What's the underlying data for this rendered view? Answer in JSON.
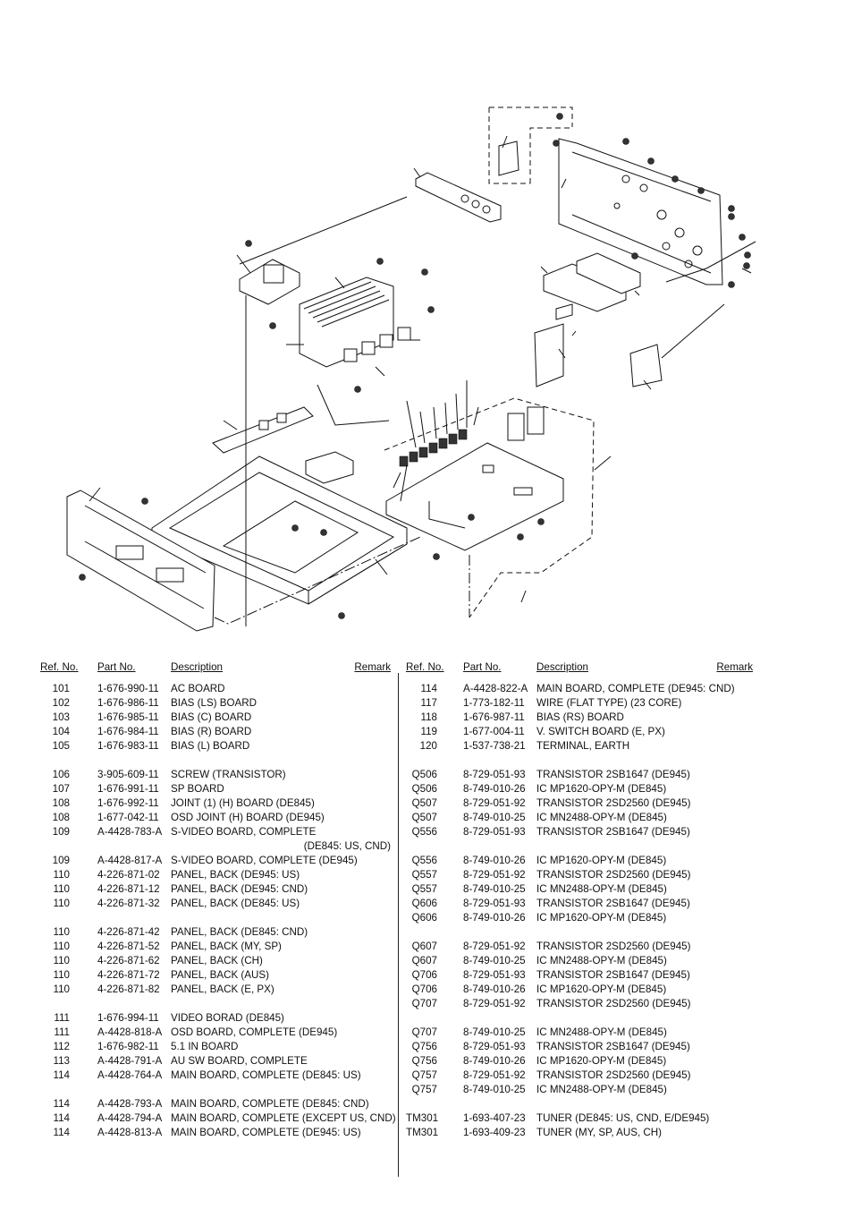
{
  "headers": {
    "ref": "Ref. No.",
    "part": "Part No.",
    "desc": "Description",
    "remark": "Remark"
  },
  "left_rows": [
    {
      "ref": "101",
      "part": "1-676-990-11",
      "desc": "AC BOARD"
    },
    {
      "ref": "102",
      "part": "1-676-986-11",
      "desc": "BIAS (LS) BOARD"
    },
    {
      "ref": "103",
      "part": "1-676-985-11",
      "desc": "BIAS (C) BOARD"
    },
    {
      "ref": "104",
      "part": "1-676-984-11",
      "desc": "BIAS (R) BOARD"
    },
    {
      "ref": "105",
      "part": "1-676-983-11",
      "desc": "BIAS (L) BOARD"
    },
    {
      "ref": "106",
      "part": "3-905-609-11",
      "desc": "SCREW (TRANSISTOR)"
    },
    {
      "ref": "107",
      "part": "1-676-991-11",
      "desc": "SP BOARD"
    },
    {
      "ref": "108",
      "part": "1-676-992-11",
      "desc": "JOINT (1) (H) BOARD (DE845)"
    },
    {
      "ref": "108",
      "part": "1-677-042-11",
      "desc": "OSD JOINT (H) BOARD (DE945)"
    },
    {
      "ref": "109",
      "part": "A-4428-783-A",
      "desc": "S-VIDEO BOARD, COMPLETE",
      "cont": "(DE845: US, CND)"
    },
    {
      "ref": "109",
      "part": "A-4428-817-A",
      "desc": "S-VIDEO BOARD, COMPLETE (DE945)"
    },
    {
      "ref": "110",
      "part": "4-226-871-02",
      "desc": "PANEL, BACK (DE945: US)"
    },
    {
      "ref": "110",
      "part": "4-226-871-12",
      "desc": "PANEL, BACK (DE945: CND)"
    },
    {
      "ref": "110",
      "part": "4-226-871-32",
      "desc": "PANEL, BACK (DE845: US)"
    },
    {
      "ref": "110",
      "part": "4-226-871-42",
      "desc": "PANEL, BACK (DE845: CND)"
    },
    {
      "ref": "110",
      "part": "4-226-871-52",
      "desc": "PANEL, BACK (MY, SP)"
    },
    {
      "ref": "110",
      "part": "4-226-871-62",
      "desc": "PANEL, BACK (CH)"
    },
    {
      "ref": "110",
      "part": "4-226-871-72",
      "desc": "PANEL, BACK (AUS)"
    },
    {
      "ref": "110",
      "part": "4-226-871-82",
      "desc": "PANEL, BACK (E, PX)"
    },
    {
      "ref": "111",
      "part": "1-676-994-11",
      "desc": "VIDEO BORAD (DE845)"
    },
    {
      "ref": "111",
      "part": "A-4428-818-A",
      "desc": "OSD BOARD, COMPLETE (DE945)"
    },
    {
      "ref": "112",
      "part": "1-676-982-11",
      "desc": "5.1 IN BOARD"
    },
    {
      "ref": "113",
      "part": "A-4428-791-A",
      "desc": "AU SW BOARD, COMPLETE"
    },
    {
      "ref": "114",
      "part": "A-4428-764-A",
      "desc": "MAIN BOARD, COMPLETE (DE845: US)"
    },
    {
      "ref": "114",
      "part": "A-4428-793-A",
      "desc": "MAIN BOARD, COMPLETE (DE845: CND)"
    },
    {
      "ref": "114",
      "part": "A-4428-794-A",
      "desc": "MAIN BOARD, COMPLETE (EXCEPT US, CND)"
    },
    {
      "ref": "114",
      "part": "A-4428-813-A",
      "desc": "MAIN BOARD, COMPLETE (DE945: US)"
    }
  ],
  "right_rows": [
    {
      "ref": "114",
      "part": "A-4428-822-A",
      "desc": "MAIN BOARD, COMPLETE (DE945: CND)"
    },
    {
      "ref": "117",
      "part": "1-773-182-11",
      "desc": "WIRE (FLAT TYPE) (23 CORE)"
    },
    {
      "ref": "118",
      "part": "1-676-987-11",
      "desc": "BIAS (RS) BOARD"
    },
    {
      "ref": "119",
      "part": "1-677-004-11",
      "desc": "V. SWITCH BOARD (E, PX)"
    },
    {
      "ref": "120",
      "part": "1-537-738-21",
      "desc": "TERMINAL, EARTH"
    },
    {
      "ref": "Q506",
      "part": "8-729-051-93",
      "desc": "TRANSISTOR 2SB1647 (DE945)"
    },
    {
      "ref": "Q506",
      "part": "8-749-010-26",
      "desc": "IC MP1620-OPY-M (DE845)"
    },
    {
      "ref": "Q507",
      "part": "8-729-051-92",
      "desc": "TRANSISTOR 2SD2560 (DE945)"
    },
    {
      "ref": "Q507",
      "part": "8-749-010-25",
      "desc": "IC MN2488-OPY-M (DE845)"
    },
    {
      "ref": "Q556",
      "part": "8-729-051-93",
      "desc": "TRANSISTOR 2SB1647 (DE945)"
    },
    {
      "ref": "Q556",
      "part": "8-749-010-26",
      "desc": "IC MP1620-OPY-M (DE845)"
    },
    {
      "ref": "Q557",
      "part": "8-729-051-92",
      "desc": "TRANSISTOR 2SD2560 (DE945)"
    },
    {
      "ref": "Q557",
      "part": "8-749-010-25",
      "desc": "IC MN2488-OPY-M (DE845)"
    },
    {
      "ref": "Q606",
      "part": "8-729-051-93",
      "desc": "TRANSISTOR 2SB1647 (DE945)"
    },
    {
      "ref": "Q606",
      "part": "8-749-010-26",
      "desc": "IC MP1620-OPY-M (DE845)"
    },
    {
      "ref": "Q607",
      "part": "8-729-051-92",
      "desc": "TRANSISTOR 2SD2560 (DE945)"
    },
    {
      "ref": "Q607",
      "part": "8-749-010-25",
      "desc": "IC MN2488-OPY-M (DE845)"
    },
    {
      "ref": "Q706",
      "part": "8-729-051-93",
      "desc": "TRANSISTOR 2SB1647 (DE945)"
    },
    {
      "ref": "Q706",
      "part": "8-749-010-26",
      "desc": "IC MP1620-OPY-M (DE845)"
    },
    {
      "ref": "Q707",
      "part": "8-729-051-92",
      "desc": "TRANSISTOR 2SD2560 (DE945)"
    },
    {
      "ref": "Q707",
      "part": "8-749-010-25",
      "desc": "IC MN2488-OPY-M (DE845)"
    },
    {
      "ref": "Q756",
      "part": "8-729-051-93",
      "desc": "TRANSISTOR 2SB1647 (DE945)"
    },
    {
      "ref": "Q756",
      "part": "8-749-010-26",
      "desc": "IC MP1620-OPY-M (DE845)"
    },
    {
      "ref": "Q757",
      "part": "8-729-051-92",
      "desc": "TRANSISTOR 2SD2560 (DE945)"
    },
    {
      "ref": "Q757",
      "part": "8-749-010-25",
      "desc": "IC MN2488-OPY-M (DE845)"
    },
    {
      "ref": "TM301",
      "part": "1-693-407-23",
      "desc": "TUNER (DE845: US, CND, E/DE945)"
    },
    {
      "ref": "TM301",
      "part": "1-693-409-23",
      "desc": "TUNER (MY, SP, AUS, CH)"
    }
  ]
}
